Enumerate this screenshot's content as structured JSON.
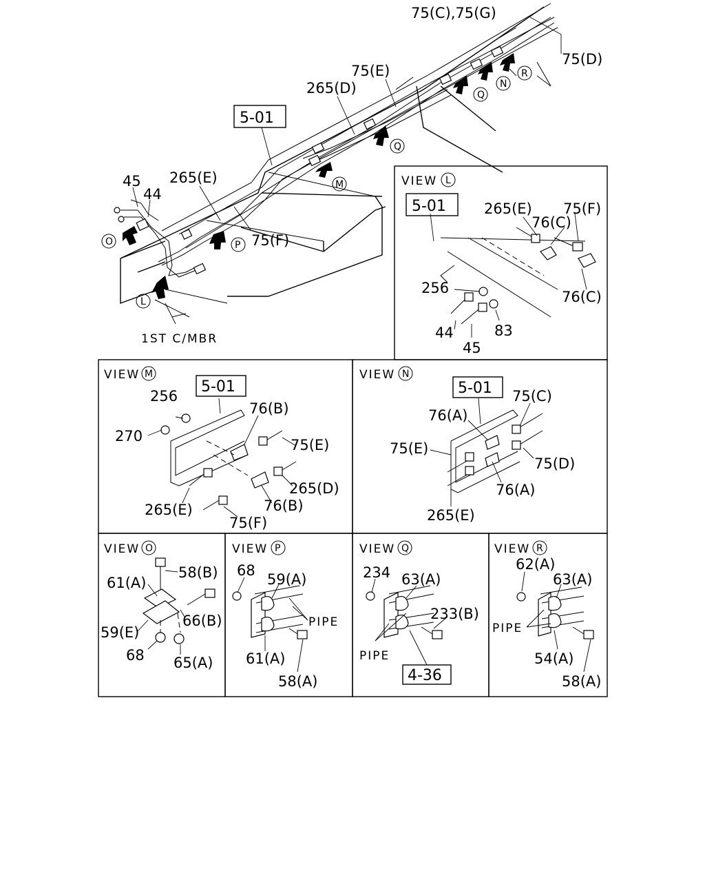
{
  "main": {
    "ref_box": "5-01",
    "labels": {
      "top_c_g": "75(C),75(G)",
      "top_d": "75(D)",
      "e75": "75(E)",
      "d265": "265(D)",
      "e265": "265(E)",
      "n45": "45",
      "n44": "44",
      "f75": "75(F)",
      "cross_member": "1ST C/MBR"
    },
    "view_markers": [
      "O",
      "P",
      "M",
      "L",
      "Q",
      "Q",
      "N",
      "R"
    ]
  },
  "views": {
    "view_prefix": "VIEW",
    "L": {
      "letter": "L",
      "ref_box": "5-01",
      "labels": [
        "265(E)",
        "75(F)",
        "76(C)",
        "256",
        "76(C)",
        "44",
        "83",
        "45"
      ]
    },
    "M": {
      "letter": "M",
      "ref_box": "5-01",
      "labels": [
        "256",
        "76(B)",
        "270",
        "75(E)",
        "265(D)",
        "265(E)",
        "76(B)",
        "75(F)"
      ]
    },
    "N": {
      "letter": "N",
      "ref_box": "5-01",
      "labels": [
        "75(C)",
        "76(A)",
        "75(E)",
        "75(D)",
        "76(A)",
        "265(E)"
      ]
    },
    "O": {
      "letter": "O",
      "labels": [
        "58(B)",
        "61(A)",
        "66(B)",
        "59(E)",
        "68",
        "65(A)"
      ]
    },
    "P": {
      "letter": "P",
      "labels": [
        "68",
        "59(A)",
        "PIPE",
        "61(A)",
        "58(A)"
      ]
    },
    "Q": {
      "letter": "Q",
      "ref_box": "4-36",
      "labels": [
        "234",
        "63(A)",
        "233(B)",
        "PIPE"
      ]
    },
    "R": {
      "letter": "R",
      "labels": [
        "62(A)",
        "63(A)",
        "PIPE",
        "54(A)",
        "58(A)"
      ]
    }
  }
}
